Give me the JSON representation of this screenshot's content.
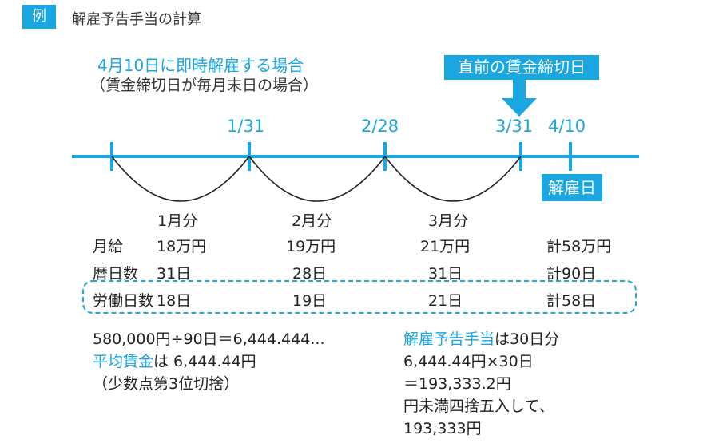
{
  "header": {
    "tag": "例",
    "title": "解雇予告手当の計算"
  },
  "scenario": {
    "line1": "4月10日に即時解雇する場合",
    "line2": "（賃金締切日が毎月末日の場合）"
  },
  "callout": {
    "label": "直前の賃金締切日"
  },
  "dismissal": {
    "label": "解雇日"
  },
  "dates": [
    "1/31",
    "2/28",
    "3/31",
    "4/10"
  ],
  "months": [
    "1月分",
    "2月分",
    "3月分"
  ],
  "rows": {
    "salary": {
      "label": "月給",
      "values": [
        "18万円",
        "19万円",
        "21万円"
      ],
      "total": "計58万円"
    },
    "calendar_days": {
      "label": "暦日数",
      "values": [
        "31日",
        "28日",
        "31日"
      ],
      "total": "計90日"
    },
    "work_days": {
      "label": "労働日数",
      "values": [
        "18日",
        "19日",
        "21日"
      ],
      "total": "計58日"
    }
  },
  "calc": {
    "left1": "580,000円÷90日＝6,444.444...",
    "left2_hl": "平均賃金",
    "left2_rest": "は 6,444.44円",
    "left3": "（少数点第3位切捨）",
    "right1_hl": "解雇予告手当",
    "right1_rest": "は30日分",
    "right2": "6,444.44円×30日",
    "right3": "＝193,333.2円",
    "right4": "円未満四捨五入して、",
    "right5": "193,333円"
  },
  "colors": {
    "accent": "#1aa6e0",
    "text": "#222222"
  }
}
